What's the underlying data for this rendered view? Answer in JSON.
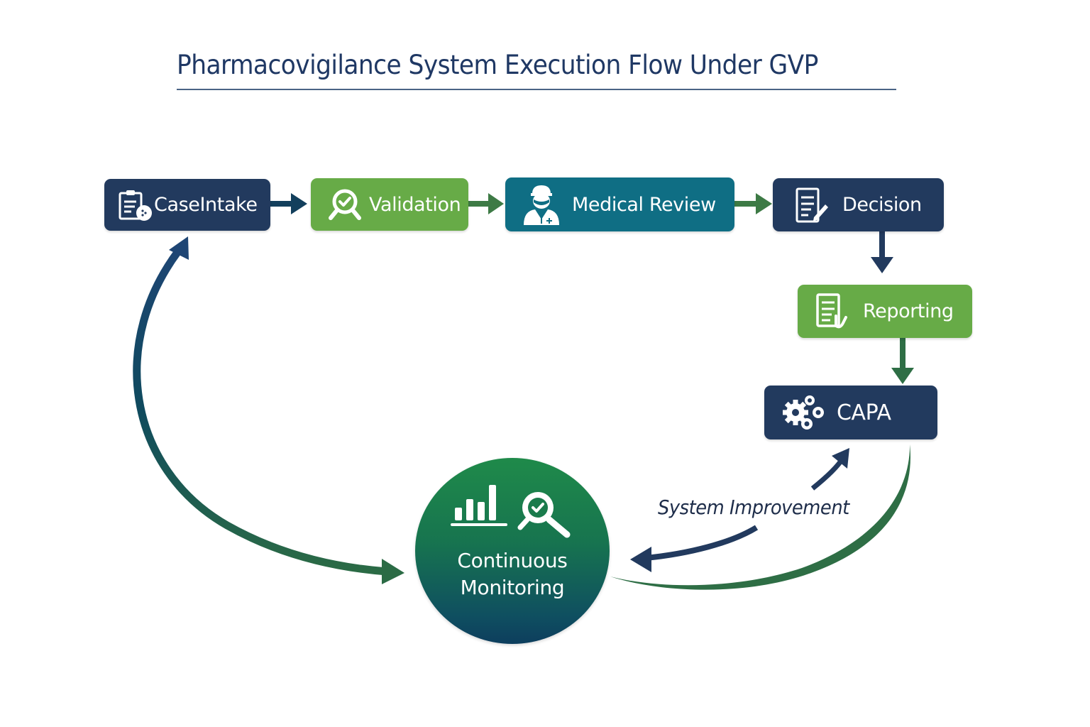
{
  "title": "Pharmacovigilance System Execution Flow Under GVP",
  "colors": {
    "navy": "#223a5e",
    "green": "#67ab47",
    "teal": "#0f6e84",
    "dark_green": "#2e6e45",
    "title": "#1f3864"
  },
  "nodes": {
    "case_intake": {
      "label": "CaseIntake",
      "icon": "clipboard-icon"
    },
    "validation": {
      "label": "Validation",
      "icon": "magnifier-check-icon"
    },
    "medical_review": {
      "label": "Medical Review",
      "icon": "doctor-icon"
    },
    "decision": {
      "label": "Decision",
      "icon": "document-pen-icon"
    },
    "reporting": {
      "label": "Reporting",
      "icon": "report-icon"
    },
    "capa": {
      "label": "CAPA",
      "icon": "gears-icon"
    },
    "continuous_monitoring": {
      "label_line1": "Continuous",
      "label_line2": "Monitoring",
      "icons": [
        "bar-chart-icon",
        "magnifier-check-icon"
      ]
    }
  },
  "edges": [
    {
      "from": "CaseIntake",
      "to": "Validation"
    },
    {
      "from": "Validation",
      "to": "Medical Review"
    },
    {
      "from": "Medical Review",
      "to": "Decision"
    },
    {
      "from": "Decision",
      "to": "Reporting"
    },
    {
      "from": "Reporting",
      "to": "CAPA"
    },
    {
      "from": "CAPA",
      "to": "Continuous Monitoring"
    },
    {
      "from": "Continuous Monitoring",
      "to": "CAPA",
      "label": "System Improvement"
    },
    {
      "from": "Continuous Monitoring",
      "to": "CaseIntake"
    },
    {
      "from": "CaseIntake",
      "to": "Continuous Monitoring"
    }
  ],
  "feedback_label": "System Improvement"
}
